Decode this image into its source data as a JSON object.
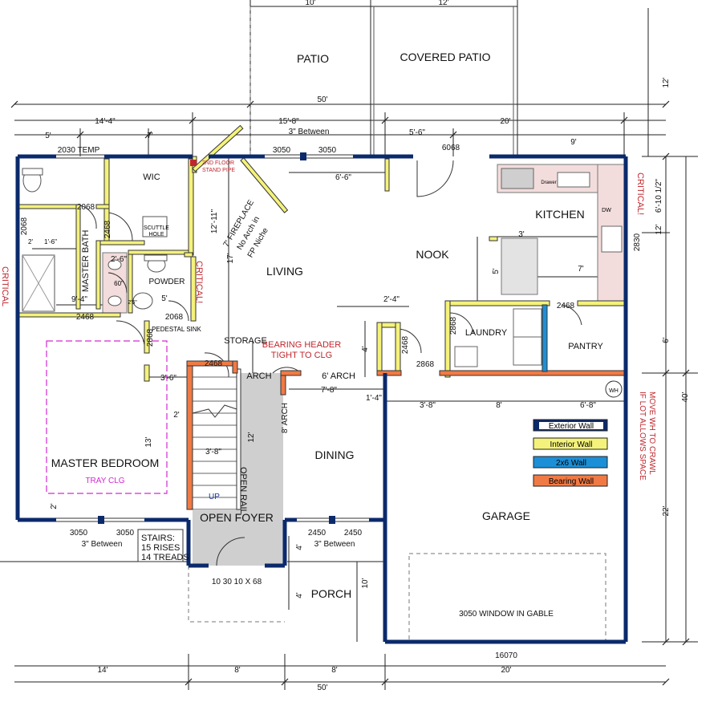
{
  "rooms": {
    "patio": "PATIO",
    "covered_patio": "COVERED PATIO",
    "kitchen": "KITCHEN",
    "nook": "NOOK",
    "living": "LIVING",
    "wic": "WIC",
    "master_bath": "MASTER BATH",
    "powder": "POWDER",
    "laundry": "LAUNDRY",
    "pantry": "PANTRY",
    "master_bedroom": "MASTER BEDROOM",
    "dining": "DINING",
    "garage": "GARAGE",
    "porch": "PORCH",
    "open_foyer": "OPEN FOYER",
    "storage": "STORAGE"
  },
  "notes": {
    "tray_clg": "TRAY CLG",
    "critical_1": "CRITICAL!",
    "critical_2": "CRITICAL!",
    "critical_left": "CRITICAL",
    "stand_pipe_1": "2ND FLOOR",
    "stand_pipe_2": "STAND PIPE",
    "bearing_header_1": "BEARING HEADER",
    "bearing_header_2": "TIGHT TO CLG",
    "move_wh_1": "MOVE WH TO CRAWL",
    "move_wh_2": "IF LOT ALLOWS SPACE",
    "fireplace": "7' FIREPLACE",
    "no_arch_1": "No Arch in",
    "no_arch_2": "FP Niche",
    "open_rail": "OPEN RAIL",
    "up": "UP",
    "scuttle_1": "SCUTTLE",
    "scuttle_2": "HOLE",
    "pedestal_sink": "PEDESTAL SINK",
    "stairs_1": "STAIRS:",
    "stairs_2": "15 RISES",
    "stairs_3": "14 TREADS",
    "front_door": "10 30 10 X 68",
    "garage_window": "3050 WINDOW IN GABLE",
    "garage_door": "16070",
    "wh": "WH",
    "dw": "DW",
    "drawer": "Drawer",
    "shower": "60\"",
    "arch_1": "ARCH",
    "arch_2": "6' ARCH",
    "arch_3": "8' ARCH"
  },
  "openings": {
    "w2030": "2030 TEMP",
    "w3050a": "3050",
    "w3050b": "3050",
    "between_top": "3\" Between",
    "d6068": "6068",
    "d2068_bath": "2068",
    "d2468_wic": "2468",
    "d2068_left": "2068",
    "d2468_bath": "2468",
    "d2868_bath": "2868",
    "d2068_powder": "2068",
    "d2468_stair": "2468",
    "d2468_laundry": "2468",
    "d2868_laundry": "2868",
    "d2868_hall": "2868",
    "d2468_pantry": "2468",
    "d2830": "2830",
    "w3050c": "3050",
    "w3050d": "3050",
    "between_bed": "3\" Between",
    "w2450a": "2450",
    "w2450b": "2450",
    "between_dining": "3\" Between"
  },
  "dims": {
    "top_10": "10'",
    "top_12": "12'",
    "d50_top": "50'",
    "d14_4": "14'-4\"",
    "d15_8": "15'-8\"",
    "d20_top": "20'",
    "d5": "5'",
    "d7": "7'",
    "d5_6": "5'-6\"",
    "d9": "9'",
    "d6_6": "6'-6\"",
    "d12_right": "12'",
    "d6_10": "6'-10 1/2\"",
    "d12_right2": "12'",
    "d40": "40'",
    "d6_right": "6'",
    "d22": "22'",
    "d3_kit": "3'",
    "d5_kit": "5'",
    "d7_kit": "7'",
    "d2_4": "2'-4\"",
    "d4": "4'",
    "d12_11": "12'-11\"",
    "d17": "17'",
    "d2_6": "2'-6\"",
    "d2_mb": "2'",
    "d1_6": "1'-6\"",
    "d5_pwd": "5'",
    "d9_4": "9'-4\"",
    "d2_6b": "2'6\"",
    "d3_6": "3'-6\"",
    "d7_8": "7'-8\"",
    "d1_4": "1'-4\"",
    "d3_8": "3'-8\"",
    "d8_mid": "8'",
    "d6_8": "6'-8\"",
    "d2_stair": "2'",
    "d3_8b": "3'-8\"",
    "d12_stair": "12'",
    "d13": "13'",
    "d2_bed": "2'",
    "d4_porch_a": "4'",
    "d4_porch_b": "4'",
    "d10_porch": "10'",
    "bot_14": "14'",
    "bot_8a": "8'",
    "bot_8b": "8'",
    "bot_20": "20'",
    "bot_50": "50'"
  },
  "legend": [
    {
      "label": "Exterior Wall",
      "color": "#0b2a6b"
    },
    {
      "label": "Interior Wall",
      "color": "#f4f27a"
    },
    {
      "label": "2x6 Wall",
      "color": "#1d8fd6"
    },
    {
      "label": "Bearing Wall",
      "color": "#f07a45"
    }
  ]
}
